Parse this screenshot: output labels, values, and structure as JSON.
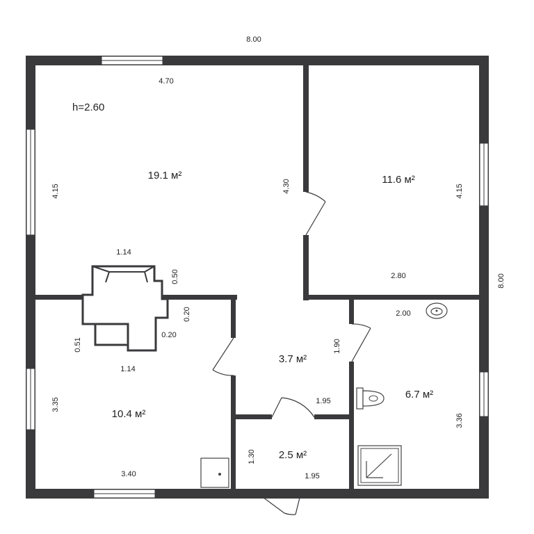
{
  "plan": {
    "overall_width": "8.00",
    "overall_depth": "8.00",
    "ceiling_height": "h=2.60",
    "rooms": [
      {
        "area": "19.1 м²"
      },
      {
        "area": "11.6 м²"
      },
      {
        "area": "10.4 м²"
      },
      {
        "area": "3.7 м²"
      },
      {
        "area": "6.7 м²"
      },
      {
        "area": "2.5 м²"
      }
    ],
    "dims": {
      "living_width": "4.70",
      "living_left": "4.15",
      "living_right": "4.30",
      "bedroom_right": "4.15",
      "bedroom_bottom": "2.80",
      "chimney_top": "1.14",
      "chimney_side": "0.50",
      "chimney_lower_side": "0.20",
      "chimney_lower_inner": "0.20",
      "chimney_left": "0.51",
      "chimney_bottom": "1.14",
      "kitchen_left": "3.35",
      "kitchen_bottom": "3.40",
      "hall_right": "1.90",
      "hall_bottom": "1.95",
      "vestibule_left": "1.30",
      "vestibule_bottom": "1.95",
      "bath_top": "2.00",
      "bath_right": "3.36"
    }
  }
}
